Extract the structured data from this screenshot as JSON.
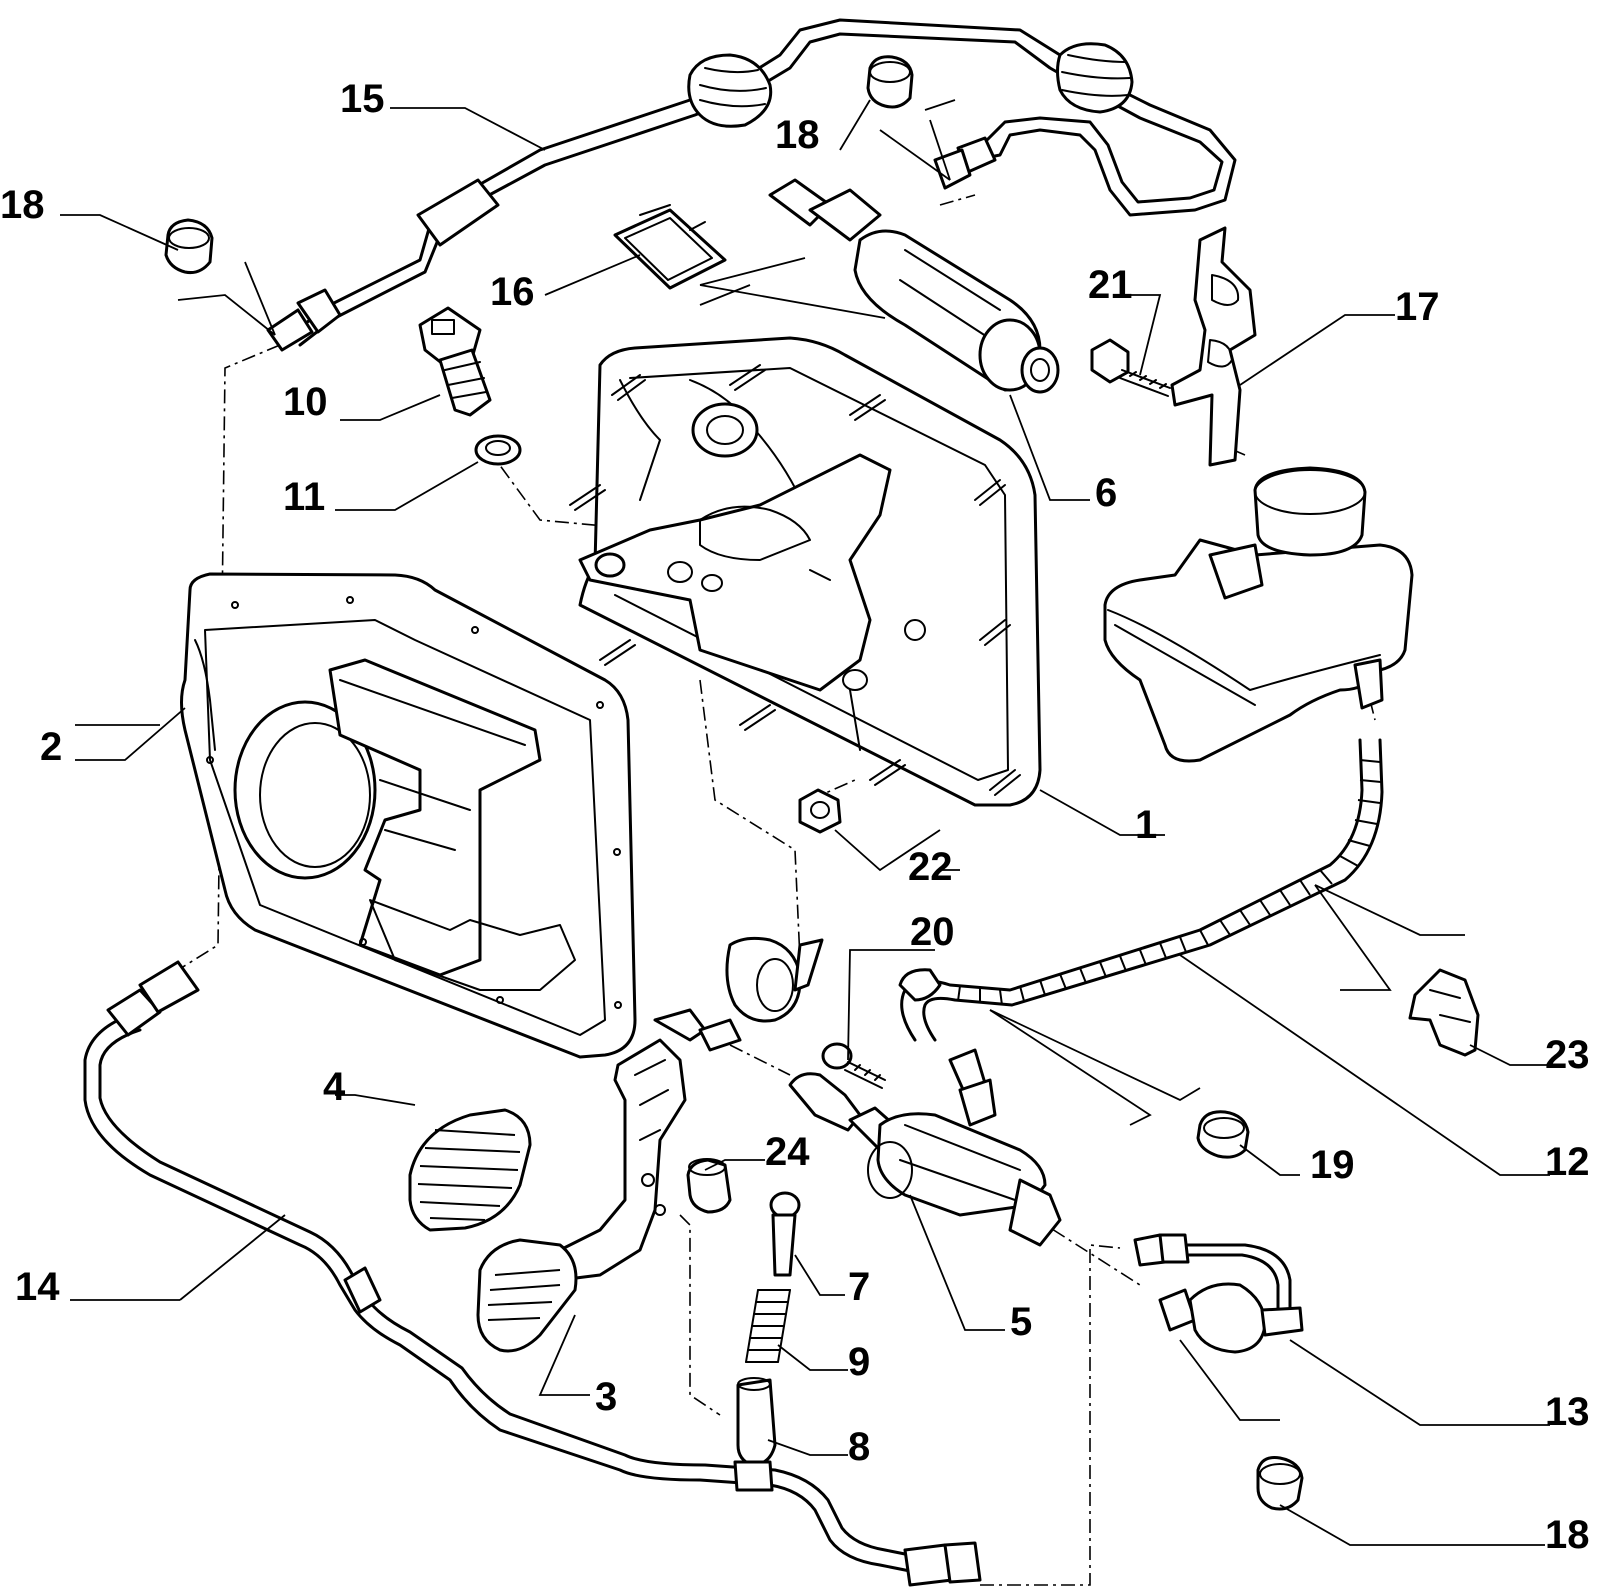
{
  "callouts": [
    {
      "id": "c1",
      "label": "1"
    },
    {
      "id": "c2",
      "label": "2"
    },
    {
      "id": "c3",
      "label": "3"
    },
    {
      "id": "c4",
      "label": "4"
    },
    {
      "id": "c5",
      "label": "5"
    },
    {
      "id": "c6",
      "label": "6"
    },
    {
      "id": "c7",
      "label": "7"
    },
    {
      "id": "c8",
      "label": "8"
    },
    {
      "id": "c9",
      "label": "9"
    },
    {
      "id": "c10",
      "label": "10"
    },
    {
      "id": "c11",
      "label": "11"
    },
    {
      "id": "c12",
      "label": "12"
    },
    {
      "id": "c13",
      "label": "13"
    },
    {
      "id": "c14",
      "label": "14"
    },
    {
      "id": "c15",
      "label": "15"
    },
    {
      "id": "c16",
      "label": "16"
    },
    {
      "id": "c17",
      "label": "17"
    },
    {
      "id": "c18a",
      "label": "18"
    },
    {
      "id": "c18b",
      "label": "18"
    },
    {
      "id": "c18c",
      "label": "18"
    },
    {
      "id": "c19",
      "label": "19"
    },
    {
      "id": "c20",
      "label": "20"
    },
    {
      "id": "c21",
      "label": "21"
    },
    {
      "id": "c22",
      "label": "22"
    },
    {
      "id": "c23",
      "label": "23"
    },
    {
      "id": "c24",
      "label": "24"
    }
  ]
}
